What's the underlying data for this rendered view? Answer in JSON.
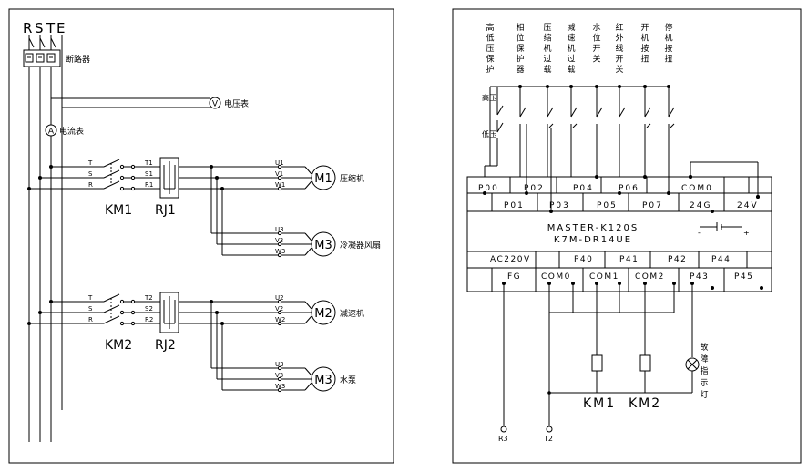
{
  "left": {
    "supply_labels": [
      "R",
      "S",
      "T",
      "E"
    ],
    "breaker_label": "断路器",
    "voltmeter_symbol": "V",
    "voltmeter_label": "电压表",
    "ammeter_symbol": "A",
    "ammeter_label": "电流表",
    "group1": {
      "phase_labels": [
        "T",
        "S",
        "R"
      ],
      "relay_labels": [
        "T1",
        "S1",
        "R1"
      ],
      "contactor": "KM1",
      "thermal_relay": "RJ1",
      "motor_a": {
        "terminals": [
          "U1",
          "V1",
          "W1"
        ],
        "symbol": "M1",
        "label": "压缩机"
      },
      "motor_b": {
        "terminals": [
          "U3",
          "V3",
          "W3"
        ],
        "symbol": "M3",
        "label": "冷凝器风扇"
      }
    },
    "group2": {
      "phase_labels": [
        "T",
        "S",
        "R"
      ],
      "relay_labels": [
        "T2",
        "S2",
        "R2"
      ],
      "contactor": "KM2",
      "thermal_relay": "RJ2",
      "motor_a": {
        "terminals": [
          "U2",
          "V2",
          "W2"
        ],
        "symbol": "M2",
        "label": "减速机"
      },
      "motor_b": {
        "terminals": [
          "U3",
          "V3",
          "W3"
        ],
        "symbol": "M3",
        "label": "水泵"
      }
    }
  },
  "right": {
    "input_labels": [
      "高低压保护",
      "相位保护器",
      "压缩机过载",
      "减速机过载",
      "水位开关",
      "红外线开关",
      "开机按扭",
      "停机按扭"
    ],
    "high_pressure": "高压",
    "low_pressure": "低压",
    "plc_top_row1": [
      "P00",
      "P02",
      "P04",
      "P06",
      "COM0"
    ],
    "plc_top_row2": [
      "P01",
      "P03",
      "P05",
      "P07",
      "24G",
      "24V"
    ],
    "plc_model_1": "MASTER-K120S",
    "plc_model_2": "K7M-DR14UE",
    "plc_bottom_row1": [
      "AC220V",
      "P40",
      "P41",
      "P42",
      "P44"
    ],
    "plc_bottom_row2": [
      "FG",
      "COM0",
      "COM1",
      "COM2",
      "P43",
      "P45"
    ],
    "coil_labels": [
      "KM1",
      "KM2"
    ],
    "fault_lamp_label": "故障指示灯",
    "terminal_labels": [
      "R3",
      "T2"
    ]
  }
}
